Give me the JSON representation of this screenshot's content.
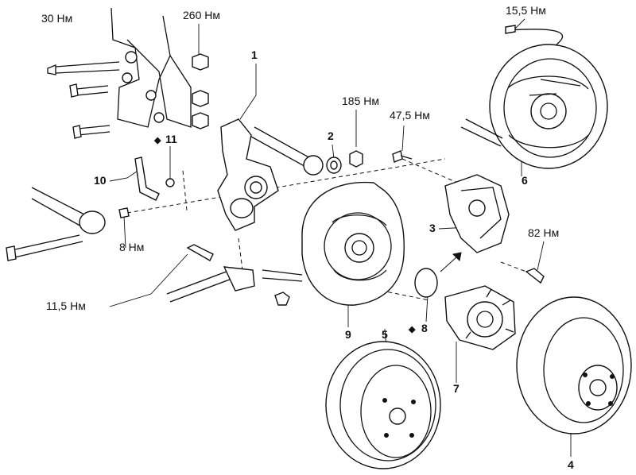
{
  "torques": {
    "t30": "30 Нм",
    "t260": "260 Нм",
    "t15_5": "15,5 Нм",
    "t185": "185 Нм",
    "t47_5": "47,5 Нм",
    "t82": "82 Нм",
    "t8": "8 Нм",
    "t11_5": "11,5 Нм"
  },
  "callouts": {
    "c1": "1",
    "c2": "2",
    "c3": "3",
    "c4": "4",
    "c5": "5",
    "c6": "6",
    "c7": "7",
    "c8": "8",
    "c9": "9",
    "c10": "10",
    "c11": "11"
  },
  "markers": {
    "diamond": "◆"
  }
}
